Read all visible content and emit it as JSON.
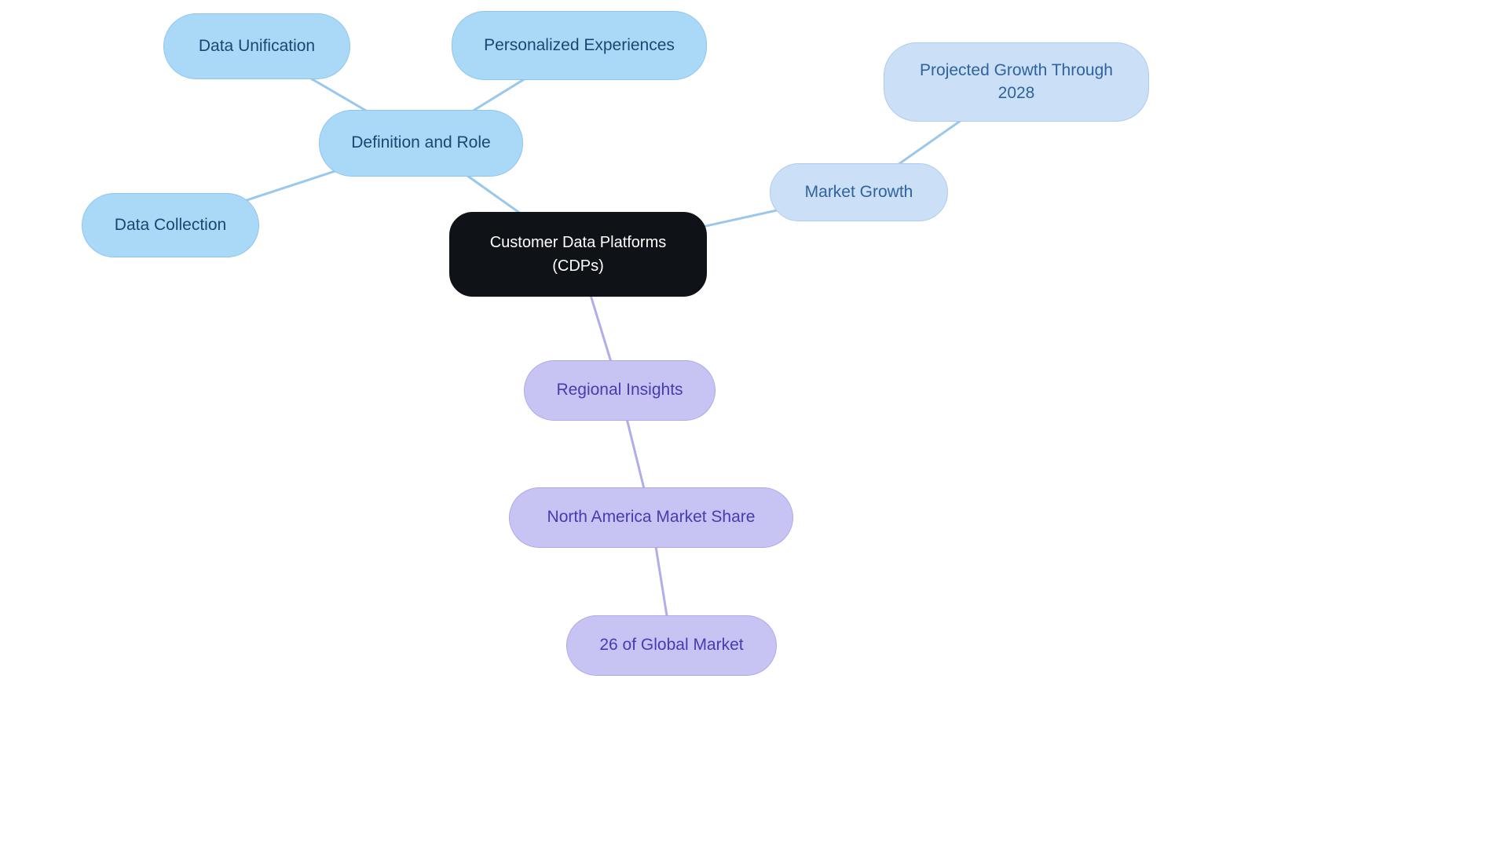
{
  "mindmap": {
    "title": "Customer Data Platforms (CDPs) mind map",
    "nodes": {
      "central": {
        "label": "Customer Data Platforms (CDPs)",
        "level": 0
      },
      "definition_and_role": {
        "label": "Definition and Role",
        "level": 1,
        "parent": "central"
      },
      "data_unification": {
        "label": "Data Unification",
        "level": 2,
        "parent": "definition_and_role"
      },
      "personalized_experiences": {
        "label": "Personalized Experiences",
        "level": 2,
        "parent": "definition_and_role"
      },
      "data_collection": {
        "label": "Data Collection",
        "level": 2,
        "parent": "definition_and_role"
      },
      "market_growth": {
        "label": "Market Growth",
        "level": 1,
        "parent": "central"
      },
      "projected_growth_2028": {
        "label": "Projected Growth Through 2028",
        "level": 2,
        "parent": "market_growth"
      },
      "regional_insights": {
        "label": "Regional Insights",
        "level": 1,
        "parent": "central"
      },
      "north_america_market_share": {
        "label": "North America Market Share",
        "level": 2,
        "parent": "regional_insights"
      },
      "global_market_share": {
        "label": "26 of Global Market",
        "level": 3,
        "parent": "north_america_market_share"
      }
    },
    "edges": [
      {
        "from": "data_unification",
        "to": "definition_and_role"
      },
      {
        "from": "personalized_experiences",
        "to": "definition_and_role"
      },
      {
        "from": "data_collection",
        "to": "definition_and_role"
      },
      {
        "from": "definition_and_role",
        "to": "central"
      },
      {
        "from": "projected_growth_2028",
        "to": "market_growth"
      },
      {
        "from": "market_growth",
        "to": "central"
      },
      {
        "from": "central",
        "to": "regional_insights"
      },
      {
        "from": "regional_insights",
        "to": "north_america_market_share"
      },
      {
        "from": "north_america_market_share",
        "to": "global_market_share"
      }
    ],
    "colors": {
      "blue_node_fill": "#A9D9F7",
      "blue_node_border": "#8FC6EE",
      "blue_node_text": "#1C4670",
      "pale_blue_node_fill": "#CBDFF6",
      "pale_blue_node_border": "#AECBEF",
      "pale_blue_node_text": "#2E639F",
      "purple_node_fill": "#C7C4F3",
      "purple_node_border": "#ABA7EA",
      "purple_node_text": "#453CB0",
      "central_node_fill": "#0F1318",
      "central_node_text": "#FFFFFF",
      "edge_blue": "#9AC7EC",
      "edge_purple": "#B1ADEC"
    }
  }
}
